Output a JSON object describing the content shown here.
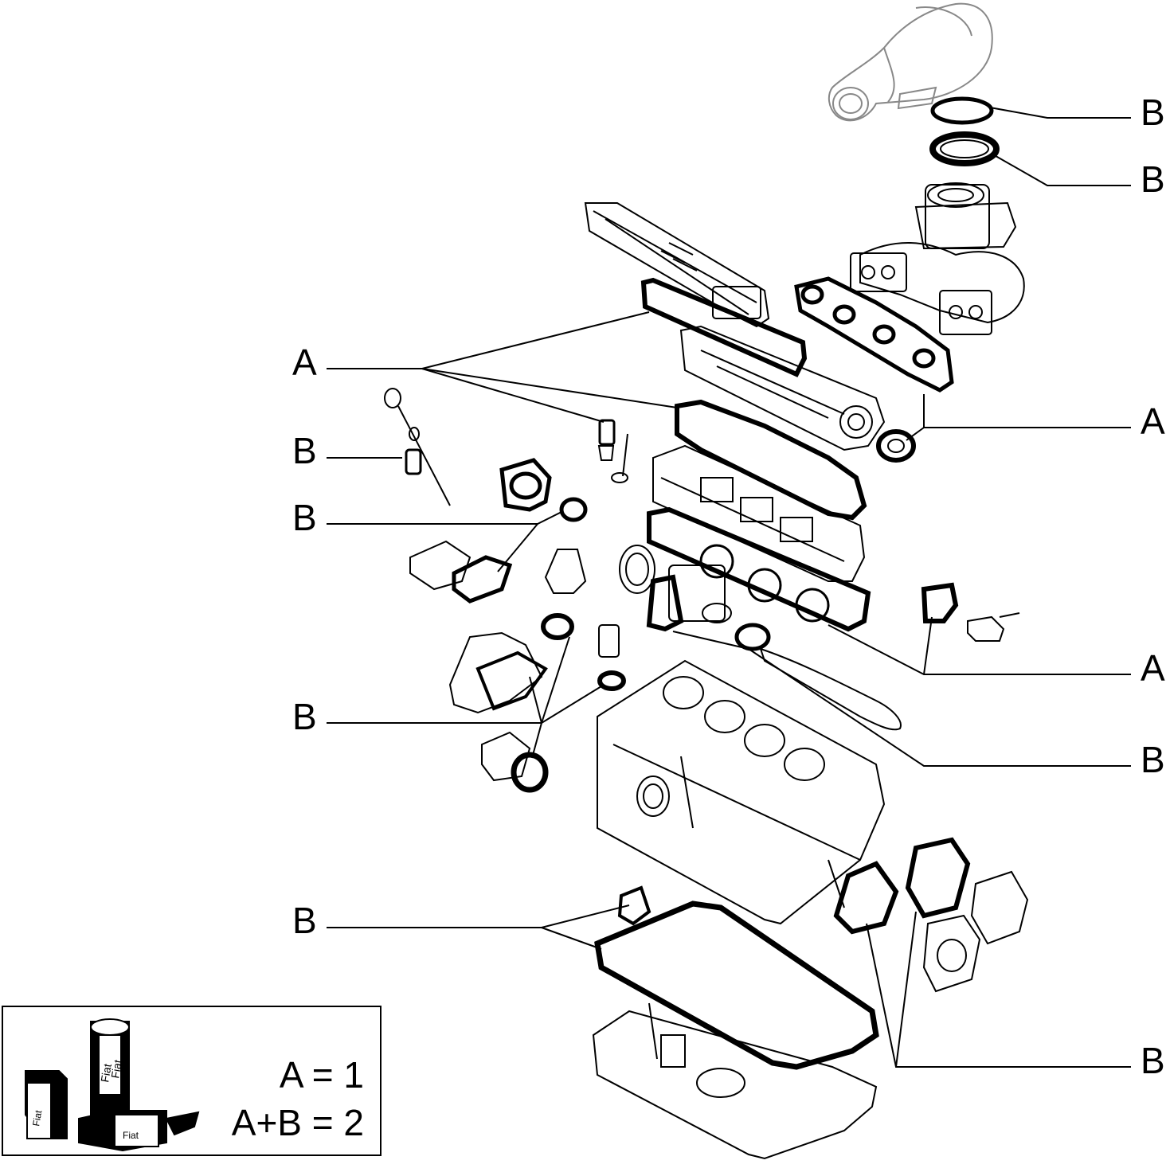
{
  "callouts": {
    "b1": "B",
    "b2": "B",
    "a_left": "A",
    "a_right_top": "A",
    "b_left_1": "B",
    "b_left_2": "B",
    "a_right_mid": "A",
    "b_left_3": "B",
    "b_right_mid": "B",
    "b_left_4": "B",
    "b_right_bottom": "B"
  },
  "legend": {
    "line1": "A = 1",
    "line2": "A+B = 2",
    "can_label_1": "Fiat",
    "can_label_2": "Fiat",
    "box_label_1": "Fiat",
    "box_label_2": "Fiat"
  },
  "colors": {
    "ink": "#000000",
    "paper": "#ffffff"
  }
}
